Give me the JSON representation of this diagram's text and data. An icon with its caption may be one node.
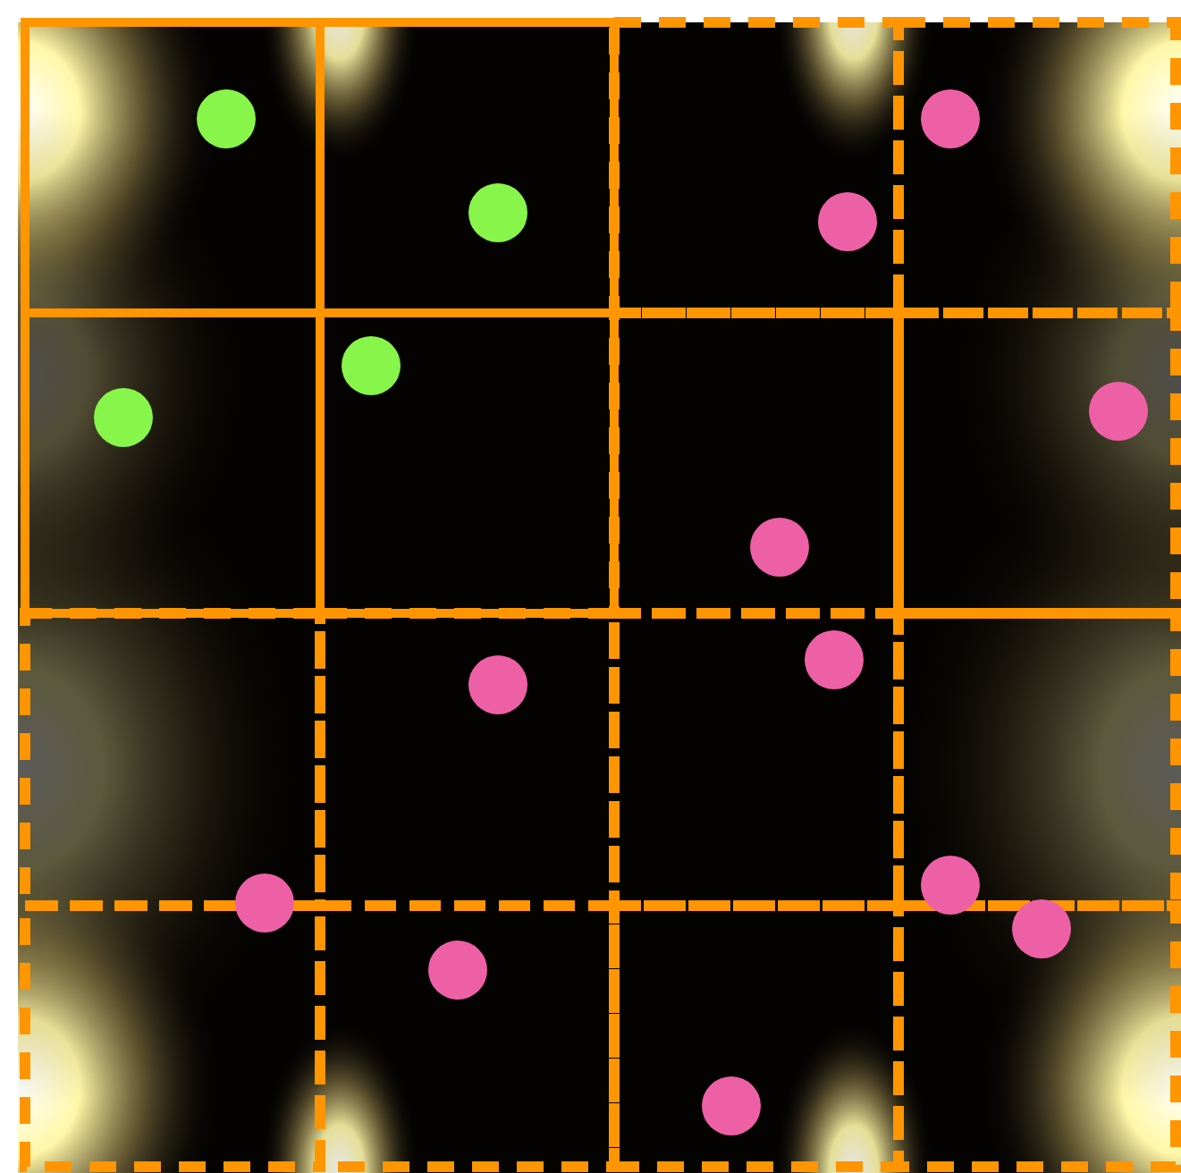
{
  "diagram": {
    "nodes": [
      {
        "text": [],
        "shape": "box"
      },
      {
        "text": [],
        "shape": "box"
      },
      {
        "text": [],
        "shape": "box"
      },
      {
        "text": [],
        "shape": "box"
      },
      {
        "text": [],
        "shape": "box"
      },
      {
        "text": [],
        "shape": "box"
      },
      {
        "text": [],
        "shape": "box"
      },
      {
        "text": [],
        "shape": "box"
      },
      {
        "text": [],
        "shape": "box"
      },
      {
        "text": [],
        "shape": "box"
      },
      {
        "text": [],
        "shape": "box"
      },
      {
        "text": [],
        "shape": "box"
      },
      {
        "text": [],
        "shape": "box"
      },
      {
        "text": [],
        "shape": "box"
      },
      {
        "text": [],
        "shape": "box"
      },
      {
        "text": [],
        "shape": "box"
      },
      {
        "text": [],
        "shape": "circle",
        "in": 0
      },
      {
        "text": [],
        "shape": "circle",
        "in": 1
      },
      {
        "text": [],
        "shape": "circle",
        "in": 5
      },
      {
        "text": [],
        "shape": "circle",
        "in": 4
      },
      {
        "text": [],
        "shape": "circle",
        "in": 3
      },
      {
        "text": [],
        "shape": "circle",
        "in": 2
      },
      {
        "text": [],
        "shape": "circle",
        "in": 7
      },
      {
        "text": [],
        "shape": "circle",
        "in": 6
      },
      {
        "text": [],
        "shape": "circle",
        "in": 9
      },
      {
        "text": [],
        "shape": "circle",
        "in": 10
      },
      {
        "text": [],
        "shape": "circle"
      },
      {
        "text": [],
        "shape": "circle",
        "in": 13
      },
      {
        "text": [],
        "shape": "circle"
      },
      {
        "text": [],
        "shape": "circle"
      },
      {
        "text": [],
        "shape": "circle",
        "in": 14
      }
    ]
  }
}
